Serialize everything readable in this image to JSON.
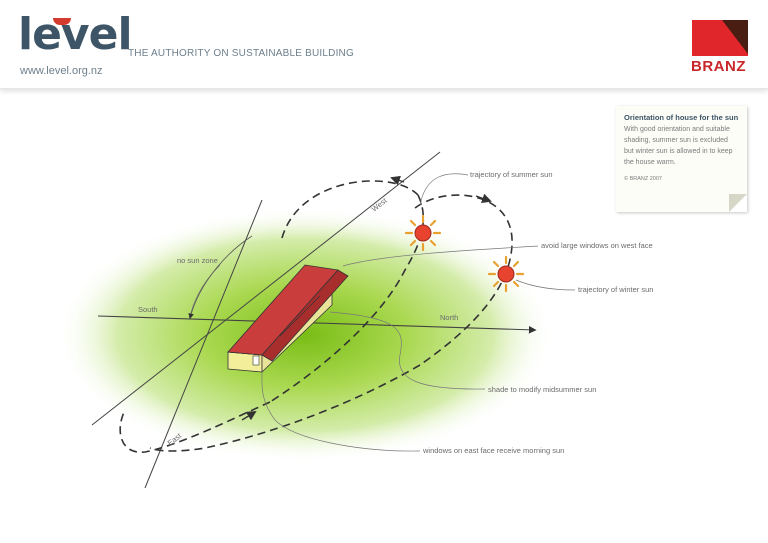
{
  "header": {
    "logo_text": "level",
    "url": "www.level.org.nz",
    "tagline": "THE AUTHORITY ON SUSTAINABLE BUILDING",
    "partner_logo_text": "BRANZ"
  },
  "colors": {
    "brand_slate": "#3d5566",
    "accent_red": "#c8262b",
    "lawn_green": "#7fc21e"
  },
  "diagram": {
    "compass": {
      "west": "West",
      "east": "East",
      "north": "North",
      "south": "South"
    },
    "labels": {
      "summer_trajectory": "trajectory of summer sun",
      "winter_trajectory": "trajectory of winter sun",
      "no_sun_zone": "no sun zone",
      "west_windows": "avoid large windows on west face",
      "shade": "shade to modify midsummer sun",
      "east_windows": "windows on east face receive morning sun"
    }
  },
  "note": {
    "title": "Orientation of house for the sun",
    "body": "With good orientation and suitable shading, summer sun is excluded but winter sun is allowed in to keep the house warm.",
    "copyright": "© BRANZ 2007"
  }
}
